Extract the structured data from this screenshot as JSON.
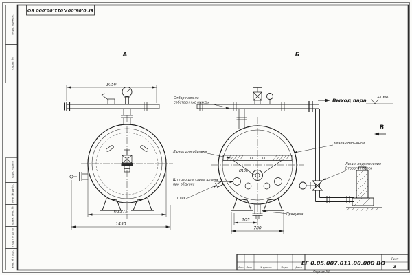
{
  "document": {
    "number": "ЕГ 0.05.007.011.00.000 ВО",
    "format": "Формат А3",
    "sheet_label": "Лист",
    "sheet_number": "3"
  },
  "frame_stamps": {
    "col": [
      "Перв. примен.",
      "Справ. №",
      "Подп. и дата",
      "Инв. № дубл.",
      "Взам. инв. №",
      "Подп. и дата",
      "Инв. № подл."
    ],
    "tb_cols": [
      "Изм.",
      "Лист",
      "№ докум.",
      "Подп.",
      "Дата"
    ]
  },
  "views": {
    "a": "А",
    "b": "Б",
    "v": "В"
  },
  "dims": {
    "w1050": "1050",
    "d1275": "Ø1275",
    "w1450": "1450",
    "w105": "105",
    "w780": "780",
    "d108": "Ø108"
  },
  "ann": {
    "steam_out": "Выход пара",
    "elev": "+1,690",
    "tap1": "Отбор пара на",
    "tap2": "собственные нужды",
    "hatch": "Лючок для обдувки",
    "sludge1": "Штуцер для слива шлама",
    "sludge2": "при обдувке",
    "drain": "Слив",
    "blowdown": "Продувка",
    "valve": "Клапан Взрывной",
    "pump1": "Линия подключения",
    "pump2": "Второго насоса"
  }
}
